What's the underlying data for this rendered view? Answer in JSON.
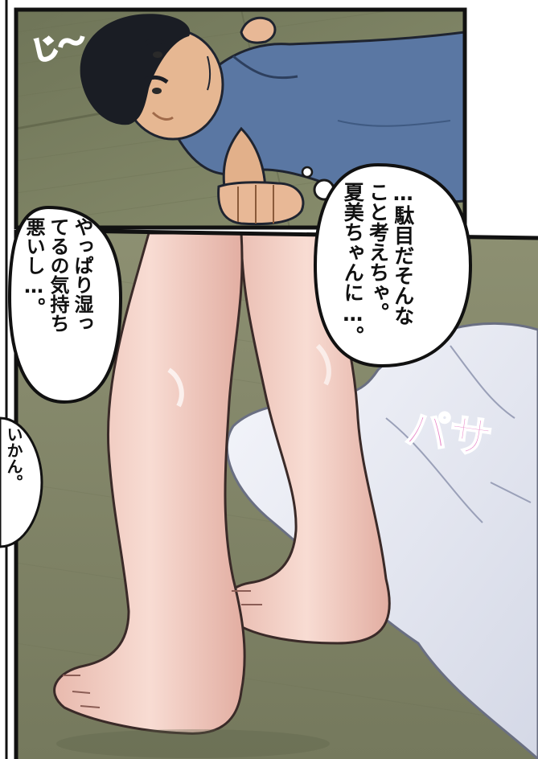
{
  "panels": [
    {
      "id": "top",
      "sfx": "じ〜",
      "bubble_text": "…駄目だそんな\nこと考えちゃ。\n夏美ちゃんに…。"
    },
    {
      "id": "bottom",
      "bubble_text": "やっぱり湿っ\nてるの気持ち\n悪いし…。",
      "sfx": "パサ"
    },
    {
      "id": "left-strip",
      "bubble_text": "いかん。"
    }
  ],
  "colors": {
    "sfx_top": "#7b6fd8",
    "sfx_bottom": "#e889c9",
    "shirt": "#5a77a3",
    "tatami": "#7f8564",
    "skin": "#f4d3c9"
  }
}
